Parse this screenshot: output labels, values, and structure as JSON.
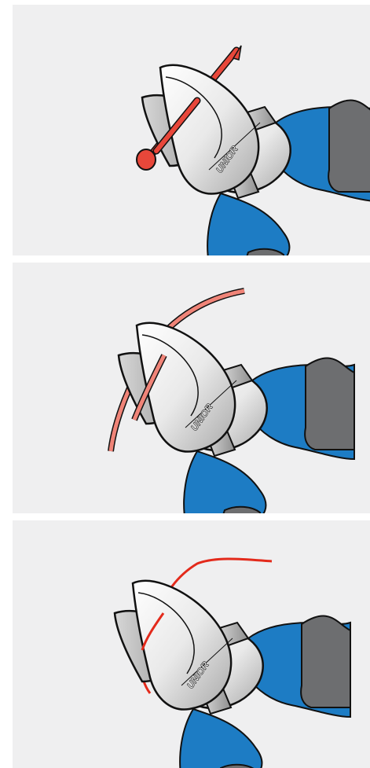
{
  "brand": "UNIOR",
  "colors": {
    "background": "#efeff0",
    "handle_blue": "#1d7cc4",
    "handle_grip": "#6d6e70",
    "steel_light": "#f5f5f5",
    "steel_shade": "#b9b9b9",
    "cut_material": "#e8473a",
    "outline": "#111111"
  },
  "panels": [
    {
      "name": "panel-nail",
      "material": "nail"
    },
    {
      "name": "panel-thick-wire",
      "material": "thick-wire"
    },
    {
      "name": "panel-thin-wire",
      "material": "thin-wire"
    }
  ]
}
